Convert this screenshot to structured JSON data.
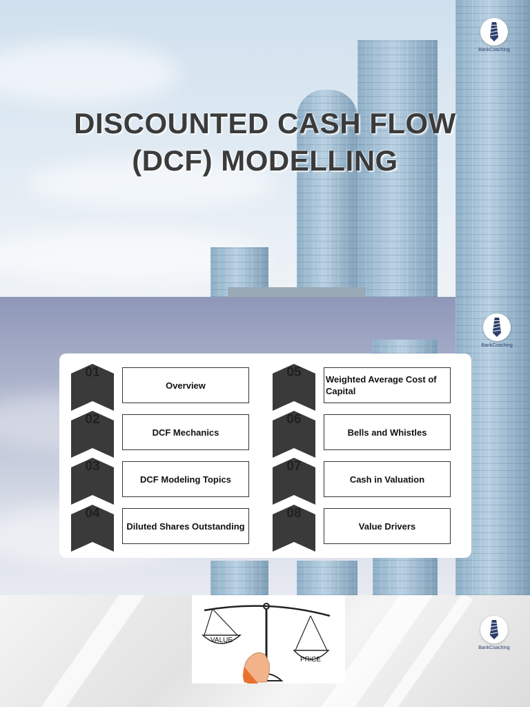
{
  "slide1": {
    "title_line1": "DISCOUNTED CASH FLOW",
    "title_line2": "(DCF) MODELLING"
  },
  "logo": {
    "text": "BankCoaching",
    "icon": "necktie-icon",
    "color": "#2d3f6e"
  },
  "slide2": {
    "items": [
      {
        "num": "01",
        "label": "Overview"
      },
      {
        "num": "02",
        "label": "DCF Mechanics"
      },
      {
        "num": "03",
        "label": "DCF Modeling Topics"
      },
      {
        "num": "04",
        "label": "Diluted Shares Outstanding"
      },
      {
        "num": "05",
        "label": "Weighted Average Cost of Capital"
      },
      {
        "num": "06",
        "label": "Bells and Whistles"
      },
      {
        "num": "07",
        "label": "Cash in Valuation"
      },
      {
        "num": "08",
        "label": "Value Drivers"
      }
    ],
    "badge_color": "#3a3a3a"
  },
  "slide3": {
    "left_pan_label": "VALUE",
    "right_pan_label": "PRiCE"
  }
}
